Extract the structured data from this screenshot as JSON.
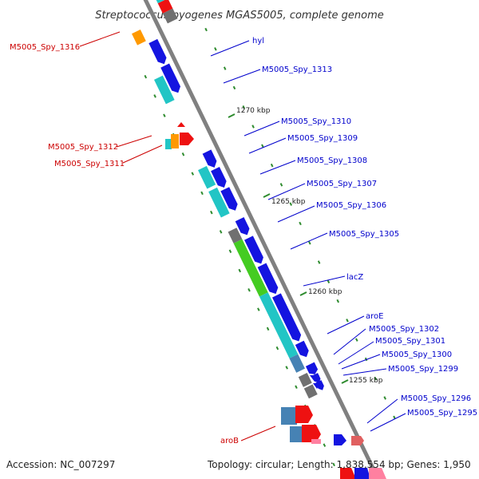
{
  "title": "Streptococcus pyogenes MGAS5005, complete genome",
  "footer": {
    "accession": "Accession: NC_007297",
    "topology": "Topology: circular; Length: 1,838,554 bp; Genes: 1,950"
  },
  "colors": {
    "backbone": "#808080",
    "dotted_track": "#2e8b2e",
    "tick": "#2e8b2e",
    "label_blue": "#0000cc",
    "label_red": "#cc0000",
    "gene_blue": "#1414e0",
    "gene_cyan": "#22c5c5",
    "gene_green": "#44cc22",
    "gene_red": "#ee1111",
    "gene_orange": "#ff9900",
    "gene_gray": "#707070",
    "gene_steel": "#4682b4",
    "gene_pink": "#ff80a0"
  },
  "ticks": [
    {
      "label": "1270 kbp"
    },
    {
      "label": "1265 kbp"
    },
    {
      "label": "1260 kbp"
    },
    {
      "label": "1255 kbp"
    }
  ],
  "labels": [
    {
      "text": "M5005_Spy_1316",
      "side": "left",
      "color": "red"
    },
    {
      "text": "hyl",
      "side": "right",
      "color": "blue"
    },
    {
      "text": "M5005_Spy_1313",
      "side": "right",
      "color": "blue"
    },
    {
      "text": "M5005_Spy_1310",
      "side": "right",
      "color": "blue"
    },
    {
      "text": "M5005_Spy_1312",
      "side": "left",
      "color": "red"
    },
    {
      "text": "M5005_Spy_1309",
      "side": "right",
      "color": "blue"
    },
    {
      "text": "M5005_Spy_1311",
      "side": "left",
      "color": "red"
    },
    {
      "text": "M5005_Spy_1308",
      "side": "right",
      "color": "blue"
    },
    {
      "text": "M5005_Spy_1307",
      "side": "right",
      "color": "blue"
    },
    {
      "text": "M5005_Spy_1306",
      "side": "right",
      "color": "blue"
    },
    {
      "text": "M5005_Spy_1305",
      "side": "right",
      "color": "blue"
    },
    {
      "text": "lacZ",
      "side": "right",
      "color": "blue"
    },
    {
      "text": "aroE",
      "side": "right",
      "color": "blue"
    },
    {
      "text": "M5005_Spy_1302",
      "side": "right",
      "color": "blue"
    },
    {
      "text": "M5005_Spy_1301",
      "side": "right",
      "color": "blue"
    },
    {
      "text": "M5005_Spy_1300",
      "side": "right",
      "color": "blue"
    },
    {
      "text": "M5005_Spy_1299",
      "side": "right",
      "color": "blue"
    },
    {
      "text": "M5005_Spy_1296",
      "side": "right",
      "color": "blue"
    },
    {
      "text": "M5005_Spy_1295",
      "side": "right",
      "color": "blue"
    },
    {
      "text": "aroB",
      "side": "left",
      "color": "red"
    }
  ]
}
